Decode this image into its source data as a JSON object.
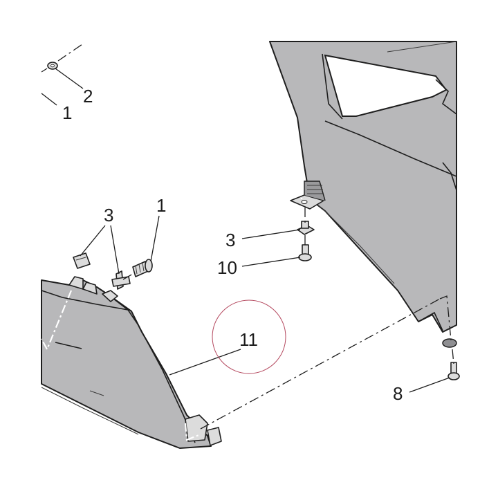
{
  "callouts": {
    "c1_top": "1",
    "c2": "2",
    "c3_left": "3",
    "c1_screw": "1",
    "c3_right": "3",
    "c10": "10",
    "c11": "11",
    "c8": "8"
  },
  "colors": {
    "panel": "#b8b8ba",
    "line": "#1e1e1e",
    "highlight_circle": "#b4485e"
  }
}
